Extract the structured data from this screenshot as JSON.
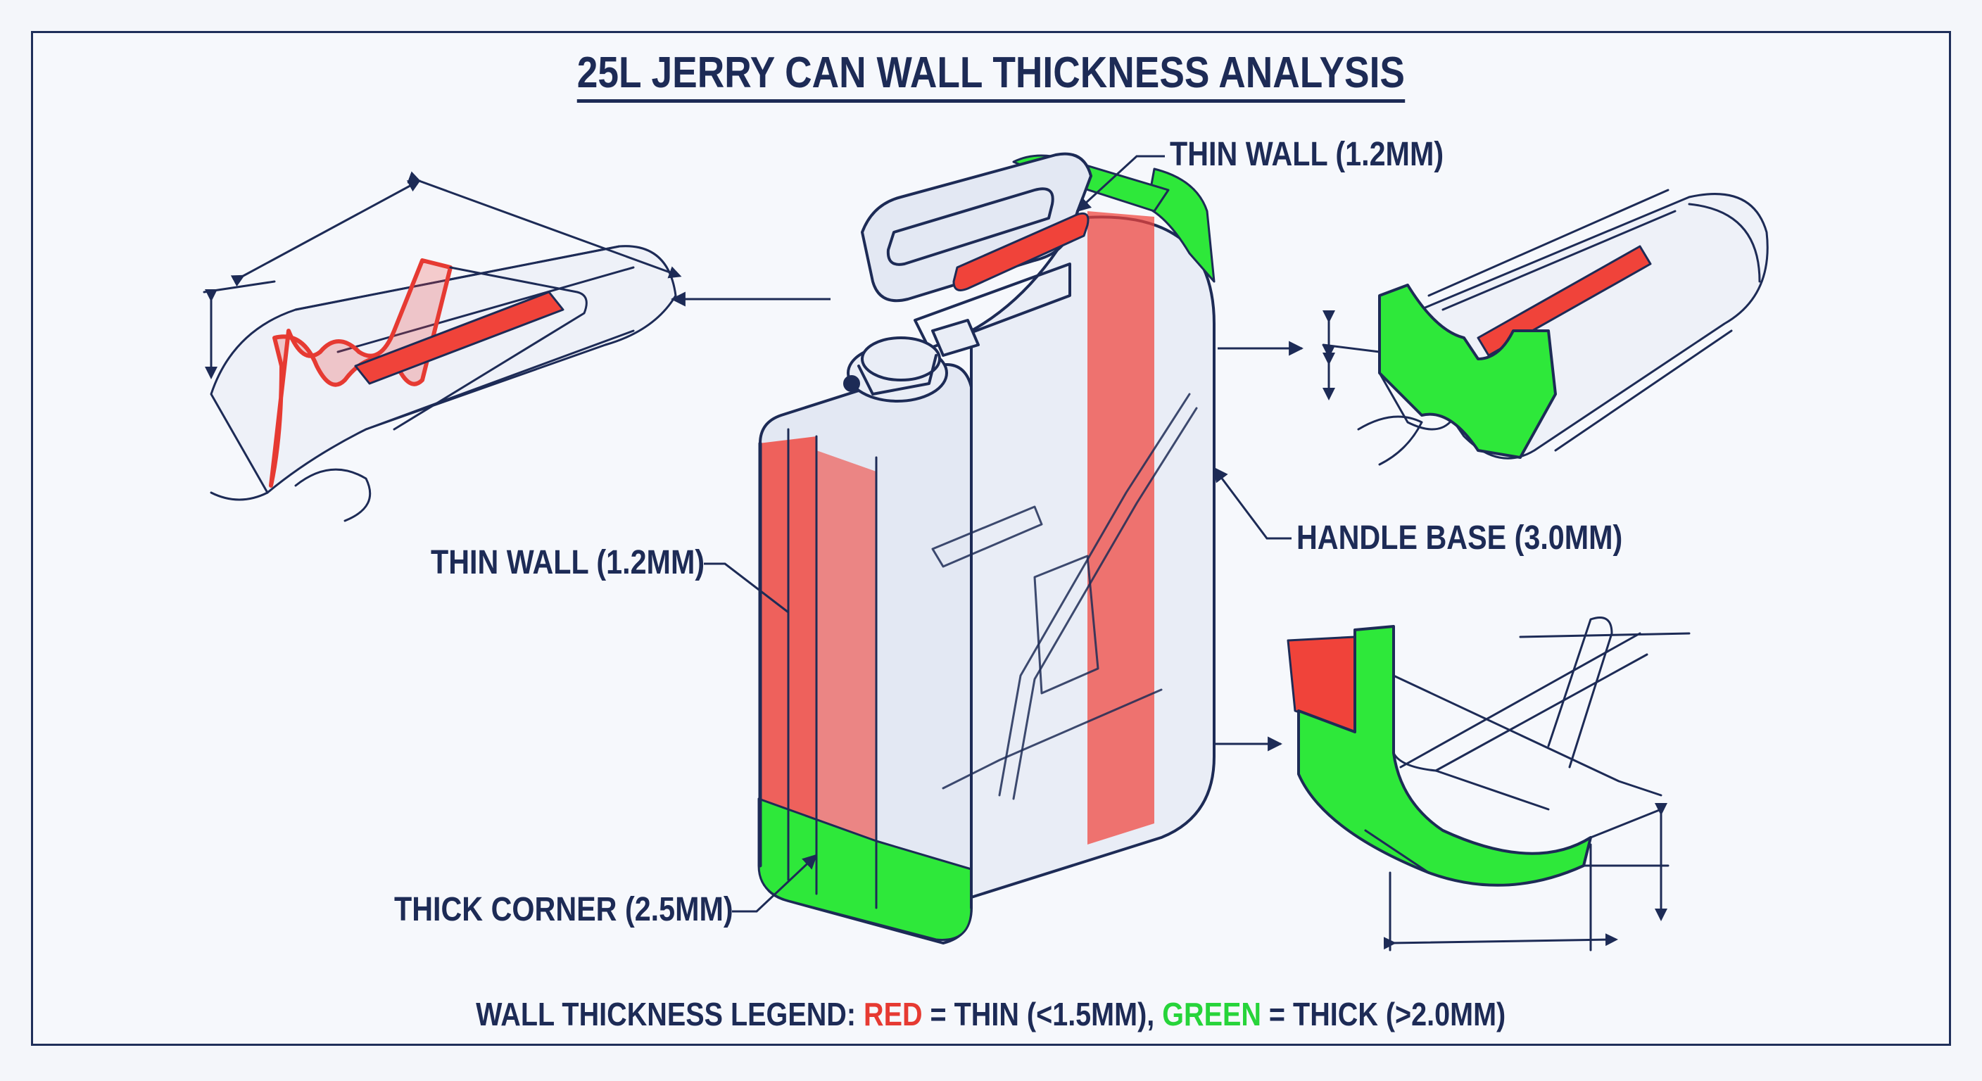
{
  "title": "25L JERRY CAN WALL THICKNESS ANALYSIS",
  "callouts": {
    "top_thin_wall": "THIN WALL (1.2MM)",
    "side_thin_wall": "THIN WALL (1.2MM)",
    "handle_base": "HANDLE BASE (3.0MM)",
    "thick_corner": "THICK CORNER (2.5MM)"
  },
  "legend": {
    "prefix": "WALL THICKNESS LEGEND: ",
    "red_word": "RED",
    "red_desc": " = THIN (<1.5MM), ",
    "green_word": "GREEN",
    "green_desc": " = THICK (>2.0MM)"
  },
  "colors": {
    "ink": "#1d2b56",
    "thin_red": "#f0433a",
    "thick_green": "#2ee83a",
    "background": "#f6f8fc"
  }
}
